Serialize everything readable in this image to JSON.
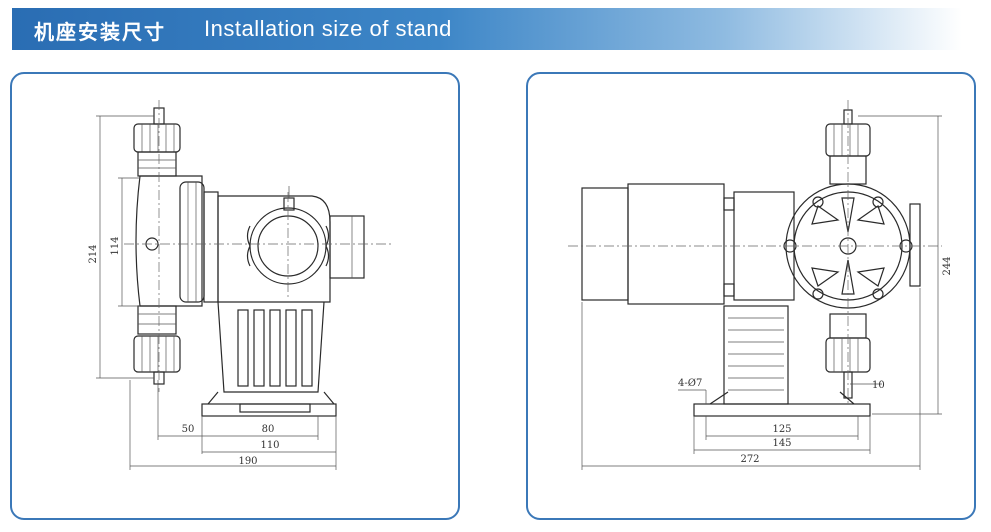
{
  "header": {
    "title_cn": "机座安装尺寸",
    "title_en": "Installation size of stand",
    "gradient_colors": [
      "#2a6db3",
      "#8fbbe1",
      "#ffffff"
    ]
  },
  "panel_border_color": "#3b78b8",
  "left_view": {
    "dimensions": {
      "height_total": "214",
      "height_inner": "114",
      "d50": "50",
      "d80": "80",
      "d110": "110",
      "d190": "190"
    }
  },
  "right_view": {
    "dimensions": {
      "hole_label": "4-Ø7",
      "d10": "10",
      "d125": "125",
      "d145": "145",
      "d272": "272",
      "height_244": "244"
    }
  }
}
